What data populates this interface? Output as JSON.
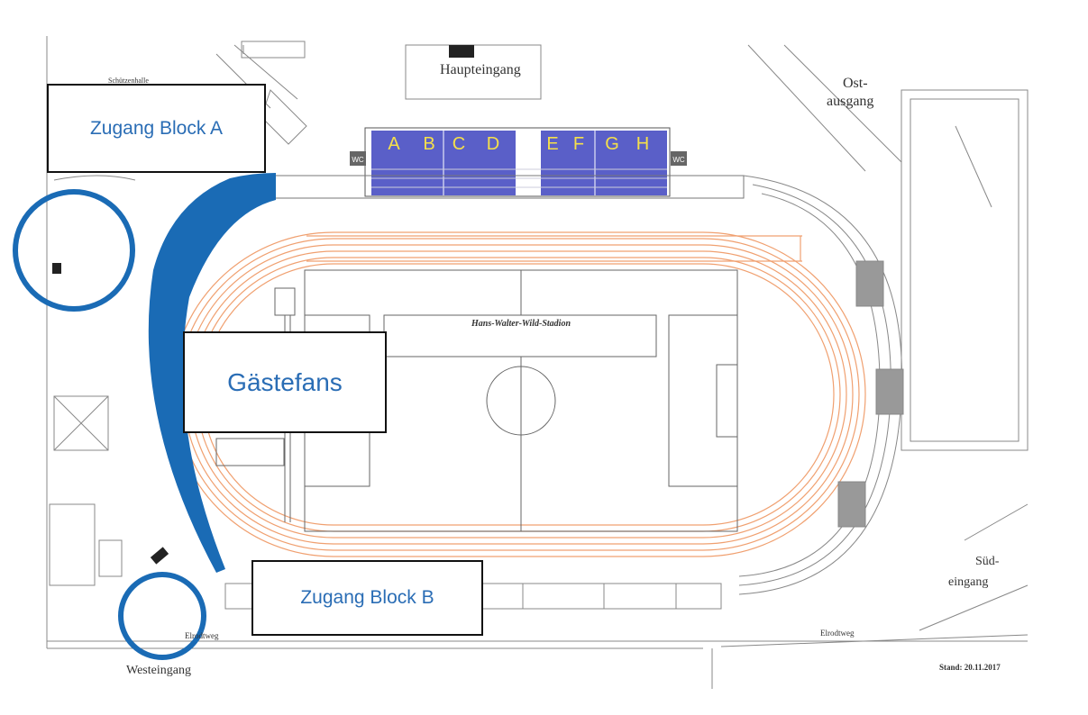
{
  "map": {
    "stadium_name": "Hans-Walter-Wild-Stadion",
    "stand_date": "Stand: 20.11.2017",
    "blocks": [
      "A",
      "B",
      "C",
      "D",
      "E",
      "F",
      "G",
      "H"
    ],
    "wc_label": "WC",
    "callouts": {
      "block_a": "Zugang Block A",
      "guest_fans": "Gästefans",
      "block_b": "Zugang Block B"
    },
    "entrances": {
      "main": "Haupteingang",
      "east_line1": "Ost-",
      "east_line2": "ausgang",
      "south_line1": "Süd-",
      "south_line2": "eingang",
      "west": "Westeingang"
    },
    "streets": {
      "top_left": "Schützenhalle",
      "bottom_left": "Elrodtweg",
      "bottom_right": "Elrodtweg"
    },
    "colors": {
      "guest_area": "#1a6bb5",
      "marker_circle": "#1a6bb5",
      "seating": "#5a5fc8",
      "block_letters": "#f5e04a",
      "track": "#f0a070",
      "callout_text": "#2a6db5"
    }
  }
}
